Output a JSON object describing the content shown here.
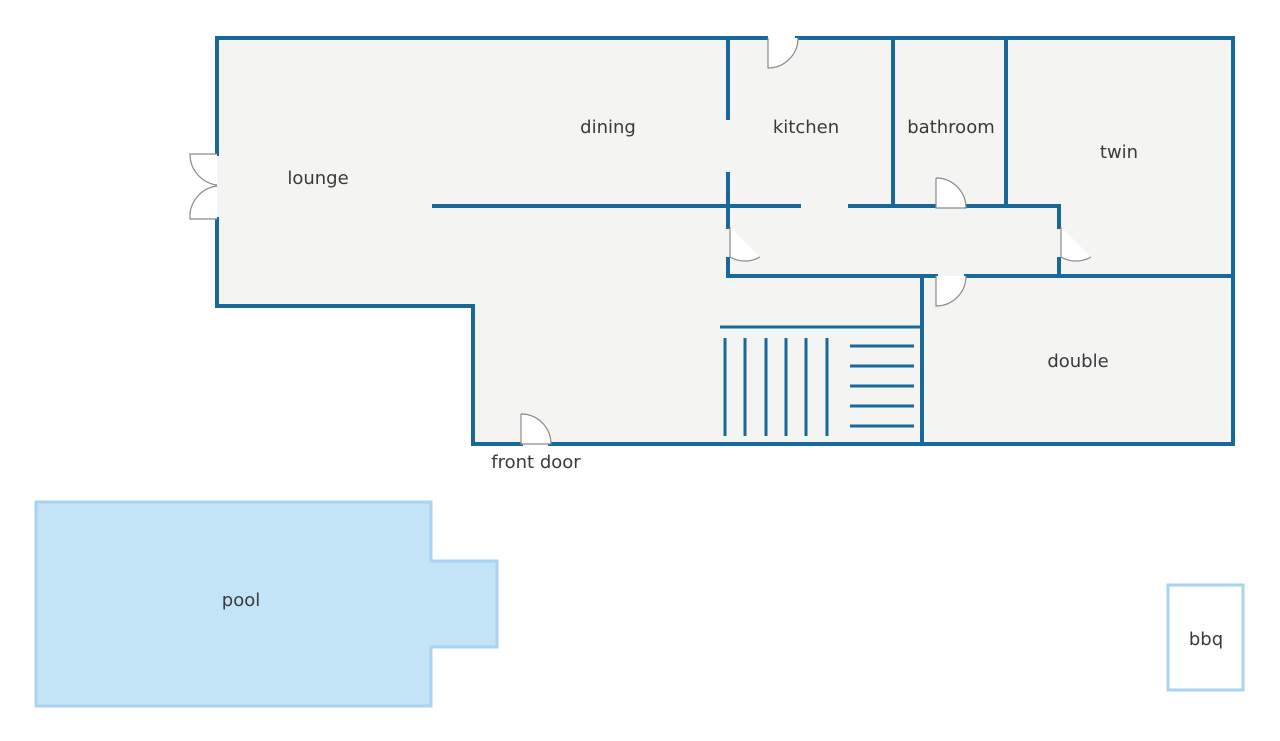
{
  "rooms": {
    "lounge": "lounge",
    "dining": "dining",
    "kitchen": "kitchen",
    "bathroom": "bathroom",
    "twin": "twin",
    "double": "double"
  },
  "entrance": {
    "front_door": "front door"
  },
  "outdoor": {
    "pool": "pool",
    "bbq": "bbq"
  },
  "colors": {
    "wall": "#19689a",
    "floor": "#f4f4f3",
    "pool_fill": "#c3e3f7",
    "outdoor_outline": "#a9d3ef",
    "door": "#8a8a8a"
  }
}
